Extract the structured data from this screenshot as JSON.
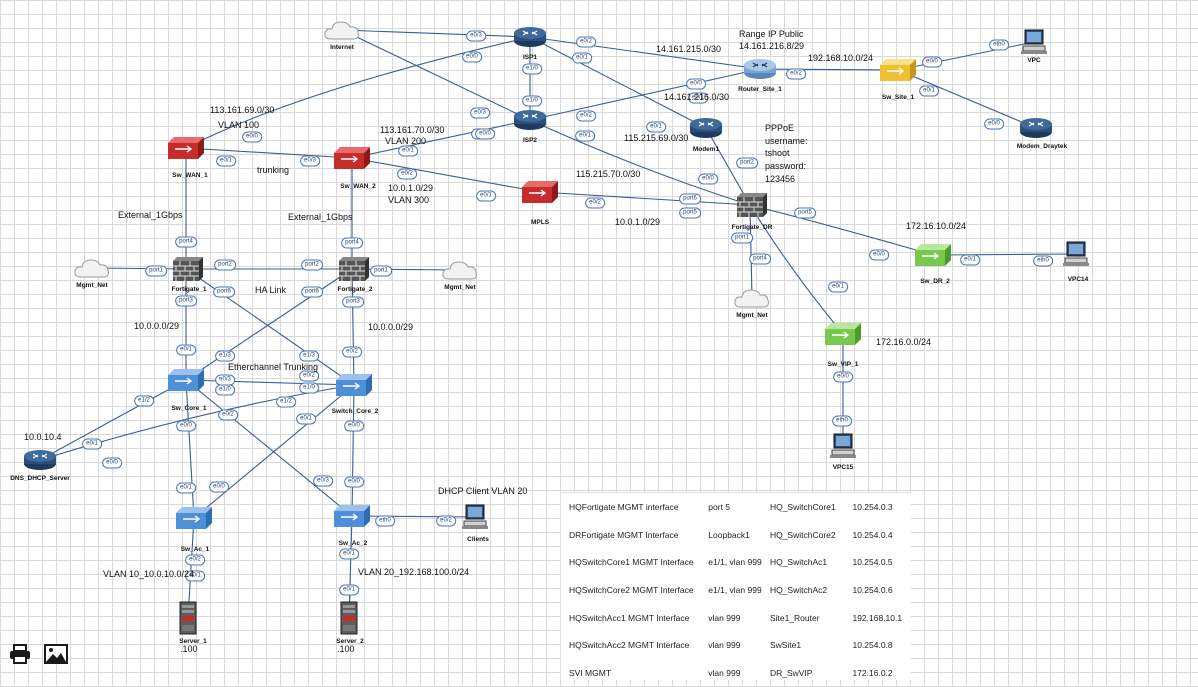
{
  "colors": {
    "link": "#3b5e8c",
    "router_blue": "#2b4e7a",
    "firewall_red": "#c62c2c",
    "switch_blue": "#4f8fd6",
    "site_yellow": "#f0c030",
    "green": "#78c850",
    "grid": "#d9d9d9"
  },
  "devices": [
    {
      "id": "internet",
      "type": "cloud",
      "label": "Internet"
    },
    {
      "id": "isp1",
      "type": "router",
      "label": "ISP1"
    },
    {
      "id": "isp2",
      "type": "router",
      "label": "ISP2"
    },
    {
      "id": "router_site1",
      "type": "router-light",
      "label": "Router_Site_1"
    },
    {
      "id": "sw_site1",
      "type": "switch-yellow",
      "label": "Sw_Site_1"
    },
    {
      "id": "vpc",
      "type": "pc",
      "label": "VPC"
    },
    {
      "id": "modem_draytek",
      "type": "router",
      "label": "Modem_Draytek"
    },
    {
      "id": "modem1",
      "type": "router",
      "label": "Modem1"
    },
    {
      "id": "sw_wan1",
      "type": "switch-red",
      "label": "Sw_WAN_1"
    },
    {
      "id": "sw_wan2",
      "type": "switch-red",
      "label": "Sw_WAN_2"
    },
    {
      "id": "mpls",
      "type": "switch-red",
      "label": "MPLS"
    },
    {
      "id": "fortigate_dr",
      "type": "firewall",
      "label": "Fortigate_DR"
    },
    {
      "id": "sw_dr2",
      "type": "switch-green",
      "label": "Sw_DR_2"
    },
    {
      "id": "vpc14",
      "type": "pc",
      "label": "VPC14"
    },
    {
      "id": "mgmt_net_dr",
      "type": "cloud",
      "label": "Mgmt_Net"
    },
    {
      "id": "sw_vip1",
      "type": "switch-green",
      "label": "Sw_VIP_1"
    },
    {
      "id": "vpc15",
      "type": "pc",
      "label": "VPC15"
    },
    {
      "id": "mgmt_net_1",
      "type": "cloud",
      "label": "Mgmt_Net"
    },
    {
      "id": "fortigate1",
      "type": "firewall",
      "label": "Fortigate_1"
    },
    {
      "id": "fortigate2",
      "type": "firewall",
      "label": "Fortigate_2"
    },
    {
      "id": "mgmt_net_2",
      "type": "cloud",
      "label": "Mgmt_Net"
    },
    {
      "id": "sw_core1",
      "type": "switch",
      "label": "Sw_Core_1"
    },
    {
      "id": "switch_core2",
      "type": "switch",
      "label": "Switch_Core_2"
    },
    {
      "id": "dns_dhcp",
      "type": "router",
      "label": "DNS_DHCP_Server"
    },
    {
      "id": "sw_ac1",
      "type": "switch",
      "label": "Sw_Ac_1"
    },
    {
      "id": "sw_ac2",
      "type": "switch",
      "label": "Sw_Ac_2"
    },
    {
      "id": "clients",
      "type": "pc",
      "label": "Clients"
    },
    {
      "id": "server1",
      "type": "server",
      "label": "Server_1"
    },
    {
      "id": "server2",
      "type": "server",
      "label": "Server_2"
    }
  ],
  "notes": [
    {
      "id": "n1",
      "text": "Range IP Public"
    },
    {
      "id": "n2",
      "text": "14.161.216.8/29"
    },
    {
      "id": "n3",
      "text": "14.161.215.0/30"
    },
    {
      "id": "n4",
      "text": "192.168.10.0/24"
    },
    {
      "id": "n5",
      "text": "14.161.216.0/30"
    },
    {
      "id": "n6",
      "text": "113.161.69.0/30"
    },
    {
      "id": "n7",
      "text": "VLAN 100"
    },
    {
      "id": "n8",
      "text": "113.161.70.0/30"
    },
    {
      "id": "n9",
      "text": "VLAN 200"
    },
    {
      "id": "n10",
      "text": "115.215.69.0/30"
    },
    {
      "id": "n11",
      "text": "PPPoE"
    },
    {
      "id": "n12",
      "text": "username:"
    },
    {
      "id": "n13",
      "text": "tshoot"
    },
    {
      "id": "n14",
      "text": "password:"
    },
    {
      "id": "n15",
      "text": "123456"
    },
    {
      "id": "n16",
      "text": "trunking"
    },
    {
      "id": "n17",
      "text": "10.0.1.0/29"
    },
    {
      "id": "n18",
      "text": "VLAN 300"
    },
    {
      "id": "n19",
      "text": "115.215.70.0/30"
    },
    {
      "id": "n20",
      "text": "External_1Gbps"
    },
    {
      "id": "n21",
      "text": "External_1Gbps"
    },
    {
      "id": "n22",
      "text": "10.0.1.0/29"
    },
    {
      "id": "n23",
      "text": "172.16.10.0/24"
    },
    {
      "id": "n24",
      "text": "HA Link"
    },
    {
      "id": "n25",
      "text": "10.0.0.0/29"
    },
    {
      "id": "n26",
      "text": "10.0.0.0/29"
    },
    {
      "id": "n27",
      "text": "172.16.0.0/24"
    },
    {
      "id": "n28",
      "text": "Etherchannel Trunking"
    },
    {
      "id": "n29",
      "text": "10.0.10.4"
    },
    {
      "id": "n30",
      "text": "DHCP Client VLAN 20"
    },
    {
      "id": "n31",
      "text": "VLAN 10_10.0.10.0/24"
    },
    {
      "id": "n32",
      "text": "VLAN 20_192.168.100.0/24"
    },
    {
      "id": "n33",
      "text": ".100"
    },
    {
      "id": "n34",
      "text": ".100"
    }
  ],
  "ports": [
    "e0/3",
    "e0/0",
    "e0/2",
    "e0/1",
    "e1/0",
    "e1/0",
    "e0/3",
    "e0/0",
    "e0/2",
    "e0/1",
    "e0/0",
    "e0/1",
    "e0/2",
    "e0/0",
    "e0/1",
    "eth0",
    "e0/0",
    "e0/1",
    "e0/0",
    "e0/1",
    "e0/3",
    "e0/1",
    "e0/2",
    "e0/0",
    "e0/1",
    "e0/2",
    "port2",
    "e0/0",
    "port6",
    "port5",
    "port5",
    "port1",
    "port4",
    "e0/0",
    "e0/1",
    "eth0",
    "e0/1",
    "e0/0",
    "eth0",
    "port4",
    "port1",
    "port2",
    "port2",
    "port4",
    "port1",
    "port6",
    "port6",
    "port3",
    "port3",
    "e0/1",
    "e0/2",
    "e1/3",
    "e1/3",
    "e0/3",
    "e0/2",
    "e1/0",
    "e1/0",
    "e0/2",
    "e1/2",
    "e1/2",
    "e0/0",
    "e0/0",
    "e0/1",
    "e0/0",
    "e0/1",
    "e0/0",
    "e0/1",
    "e0/3",
    "e0/0",
    "eth0",
    "e0/2",
    "e0/2",
    "e0/1",
    "e0/1",
    "e0/1",
    "e0/2",
    "e0/1"
  ],
  "mgmt_table": {
    "rows": [
      [
        "HQFortigate MGMT interface",
        "port 5",
        "HQ_SwitchCore1",
        "10.254.0.3"
      ],
      [
        "DRFortigate MGMT Interface",
        "Loopback1",
        "HQ_SwitchCore2",
        "10.254.0.4"
      ],
      [
        "HQSwitchCore1 MGMT Interface",
        "e1/1, vlan 999",
        "HQ_SwitchAc1",
        "10.254.0.5"
      ],
      [
        "HQSwitchCore2 MGMT Interface",
        "e1/1, vlan 999",
        "HQ_SwitchAc2",
        "10.254.0.6"
      ],
      [
        "HQSwitchAcc1 MGMT Interface",
        "vlan 999",
        "Site1_Router",
        "192.168.10.1"
      ],
      [
        "HQSwitchAcc2 MGMT Interface",
        "vlan 999",
        "SwSite1",
        "10.254.0.8"
      ],
      [
        "SVI MGMT",
        "vlan 999",
        "DR_SwVIP",
        "172.16.0.2"
      ]
    ]
  },
  "toolbar": {
    "print": "printer-icon",
    "image": "image-icon"
  }
}
